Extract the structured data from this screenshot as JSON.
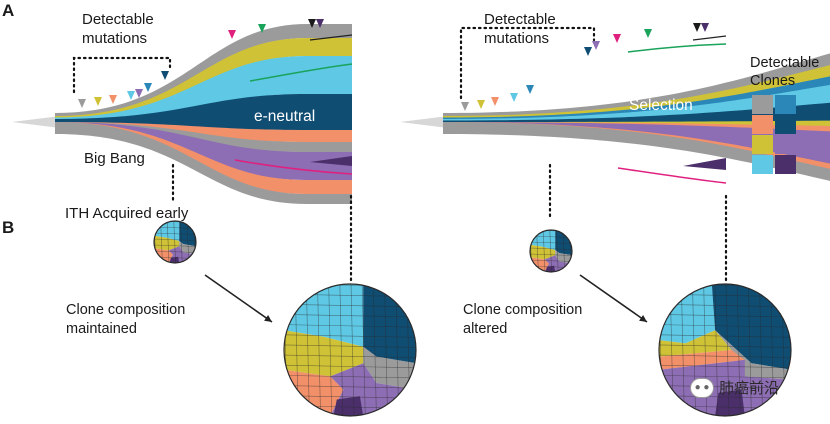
{
  "panels": {
    "a": "A",
    "b": "B"
  },
  "left": {
    "detectable_mutations": [
      "Detectable",
      "mutations"
    ],
    "model_label": "e-neutral",
    "big_bang": "Big Bang",
    "ith_label": "ITH Acquired early",
    "clone_label": [
      "Clone composition",
      "maintained"
    ]
  },
  "right": {
    "detectable_mutations": [
      "Detectable",
      "mutations"
    ],
    "model_label": "Selection",
    "clone_label": [
      "Clone composition",
      "altered"
    ]
  },
  "legend": {
    "title": [
      "Detectable",
      "Clones"
    ],
    "colors": [
      "#9b9b9b",
      "#2a87b8",
      "#f2906a",
      "#0f4d73",
      "#cfc236",
      "#8d6db3",
      "#5ec8e5",
      "#4b2f6b"
    ]
  },
  "watermark": {
    "icon": "wechat-icon",
    "text": "肺癌前沿"
  },
  "palette": {
    "grey": "#9b9b9b",
    "blue": "#2a87b8",
    "salmon": "#f2906a",
    "navy": "#0f4d73",
    "yellow": "#cfc236",
    "purple": "#8d6db3",
    "cyan": "#5ec8e5",
    "darkpurple": "#4b2f6b",
    "magenta": "#e0207f",
    "green": "#1aa35a"
  }
}
